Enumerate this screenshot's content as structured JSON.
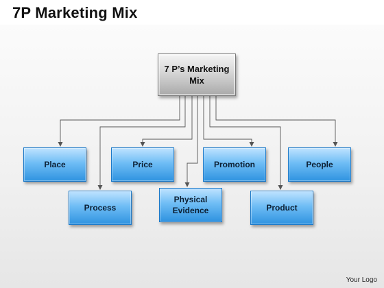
{
  "title": "7P Marketing Mix",
  "diagram": {
    "root": "7 P’s Marketing Mix",
    "nodes": {
      "place": "Place",
      "price": "Price",
      "promotion": "Promotion",
      "people": "People",
      "process": "Process",
      "physical_evidence": "Physical Evidence",
      "product": "Product"
    }
  },
  "footer": {
    "logo_text": "Your Logo"
  },
  "colors": {
    "node_fill": "#4aa8ee",
    "node_border": "#1a78c8",
    "root_fill": "#c8c8c8",
    "connector": "#555555"
  }
}
